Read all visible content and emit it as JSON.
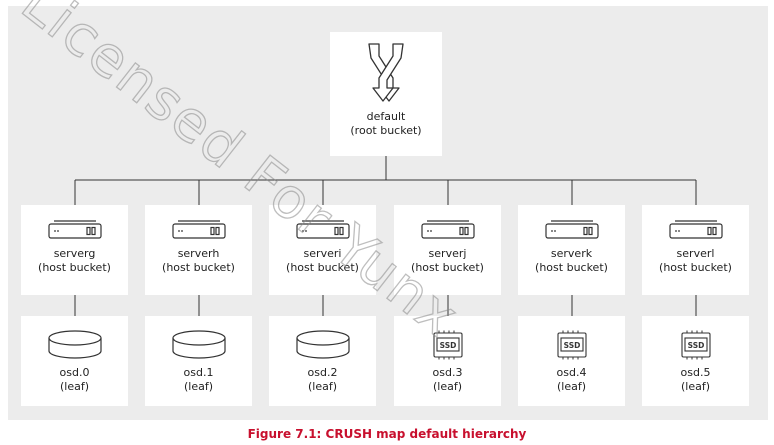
{
  "root": {
    "name": "default",
    "type": "(root bucket)",
    "icon": "crossing-arrows-icon"
  },
  "hosts": [
    {
      "name": "serverg",
      "type": "(host bucket)",
      "icon": "server-icon"
    },
    {
      "name": "serverh",
      "type": "(host bucket)",
      "icon": "server-icon"
    },
    {
      "name": "serveri",
      "type": "(host bucket)",
      "icon": "server-icon"
    },
    {
      "name": "serverj",
      "type": "(host bucket)",
      "icon": "server-icon"
    },
    {
      "name": "serverk",
      "type": "(host bucket)",
      "icon": "server-icon"
    },
    {
      "name": "serverl",
      "type": "(host bucket)",
      "icon": "server-icon"
    }
  ],
  "leaves": [
    {
      "name": "osd.0",
      "type": "(leaf)",
      "icon": "hdd-disk-icon"
    },
    {
      "name": "osd.1",
      "type": "(leaf)",
      "icon": "hdd-disk-icon"
    },
    {
      "name": "osd.2",
      "type": "(leaf)",
      "icon": "hdd-disk-icon"
    },
    {
      "name": "osd.3",
      "type": "(leaf)",
      "icon": "ssd-icon",
      "icon_text": "SSD"
    },
    {
      "name": "osd.4",
      "type": "(leaf)",
      "icon": "ssd-icon",
      "icon_text": "SSD"
    },
    {
      "name": "osd.5",
      "type": "(leaf)",
      "icon": "ssd-icon",
      "icon_text": "SSD"
    }
  ],
  "caption": "Figure 7.1: CRUSH map default hierarchy",
  "watermark": "Licensed For Yunx",
  "colors": {
    "panel": "#ececec",
    "box": "#ffffff",
    "line": "#333333",
    "caption": "#c8102e",
    "watermark": "#8a8a8a"
  }
}
